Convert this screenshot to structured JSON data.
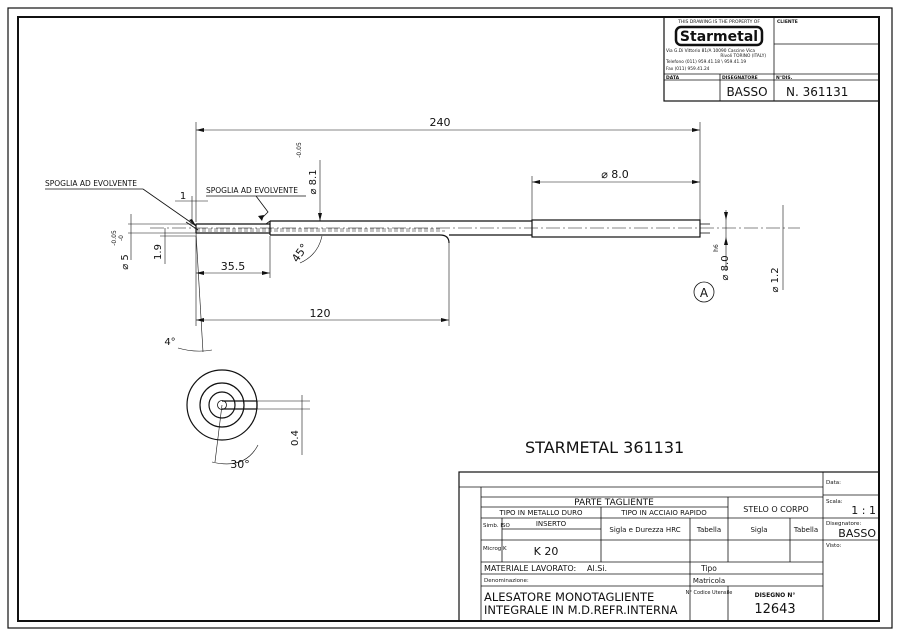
{
  "company": {
    "property_note": "THIS DRAWING IS THE PROPERTY OF",
    "logo_text": "Starmetal",
    "address_line1": "Via G.Di Vittorio 81/A  10090 Cascine Vica",
    "address_line2": "Rivoli TORINO (ITALY)",
    "phone": "Telefono (011) 959.41.18 \\ 959.41.19",
    "fax": "Fax (011) 959.41.24",
    "client_label": "CLIENTE",
    "date_label": "DATA",
    "designer_label": "DISEGNATORE",
    "designer": "BASSO",
    "drawing_no_label": "N°DIS.",
    "drawing_no": "N.  361131"
  },
  "drawing": {
    "title": "STARMETAL  361131",
    "callout_a": "A",
    "labels": {
      "relief1": "SPOGLIA AD EVOLVENTE",
      "relief2": "SPOGLIA AD EVOLVENTE"
    },
    "dims": {
      "d240": "240",
      "d80": "⌀ 8.0",
      "d1": "1",
      "d35": "35.5",
      "d120": "120",
      "d19": "1.9",
      "d5": "⌀ 5",
      "d5tol_up": "-0.05",
      "d5tol_dn": "-0",
      "d81": "⌀ 8.1",
      "d81tol": "-0.05",
      "d80tol": "h6",
      "d12": "⌀ 1.2",
      "a45": "45°",
      "a4": "4°",
      "a30": "30°",
      "d04": "0.4"
    }
  },
  "title_block": {
    "date_label": "Data:",
    "scale_label": "Scala:",
    "scale": "1 : 1",
    "designer_label": "Disegnatore:",
    "designer": "BASSO",
    "checked_label": "Visto:",
    "cutting_part": "PARTE  TAGLIENTE",
    "stem_body": "STELO O CORPO",
    "carbide_type": "TIPO IN METALLO DURO",
    "hss_type": "TIPO IN ACCIAIO RAPIDO",
    "symbol_label": "Simb. ISO",
    "insert_label": "INSERTO",
    "grade_label": "Sigla e Durezza HRC",
    "table_label": "Tabella",
    "sigla_label": "Sigla",
    "table_label2": "Tabella",
    "micrograin_label": "Microg K",
    "insert_value": "K 20",
    "material_label": "MATERIALE LAVORATO:",
    "material_value": "Al.Si.",
    "type_label": "Tipo",
    "name_label": "Denominazione:",
    "serial_label": "Matricola",
    "tool_code_label": "N° Codice Utensile",
    "drawing_no_label": "DISEGNO N°",
    "drawing_no": "12643",
    "description_line1": "ALESATORE MONOTAGLIENTE",
    "description_line2": "INTEGRALE IN M.D.REFR.INTERNA"
  }
}
